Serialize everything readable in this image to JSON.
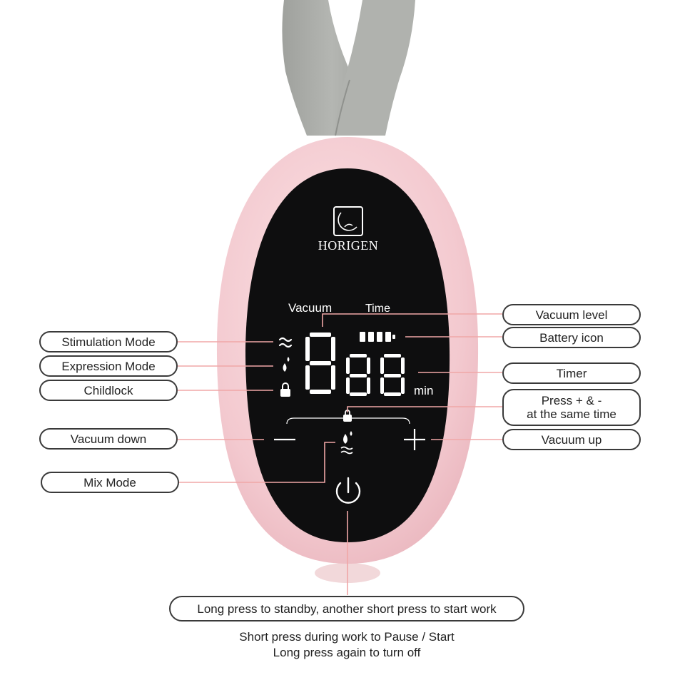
{
  "brand": {
    "name": "HORIGEN"
  },
  "screen": {
    "vacuum_label": "Vacuum",
    "time_label": "Time",
    "unit_label": "min"
  },
  "callouts": {
    "stimulation_mode": "Stimulation Mode",
    "expression_mode": "Expression Mode",
    "childlock": "Childlock",
    "vacuum_down": "Vacuum down",
    "mix_mode": "Mix Mode",
    "vacuum_level": "Vacuum level",
    "battery_icon": "Battery icon",
    "timer": "Timer",
    "press_both_line1": "Press + & -",
    "press_both_line2": "at the same time",
    "vacuum_up": "Vacuum up",
    "power_long_press": "Long press to standby, another short press to start work"
  },
  "notes": {
    "line1": "Short press during work to Pause / Start",
    "line2": "Long press again to turn off"
  },
  "colors": {
    "leader": "#f0a7a7",
    "device_body": "#f5cdd3",
    "screen": "#0e0e0f",
    "strap": "#a8aaa6",
    "pill_border": "#3a3a3a"
  },
  "icons": [
    "wave-icon",
    "droplets-icon",
    "lock-icon",
    "minus-icon",
    "plus-icon",
    "mix-mode-icon",
    "power-icon",
    "battery-icon",
    "brand-logo-icon"
  ]
}
